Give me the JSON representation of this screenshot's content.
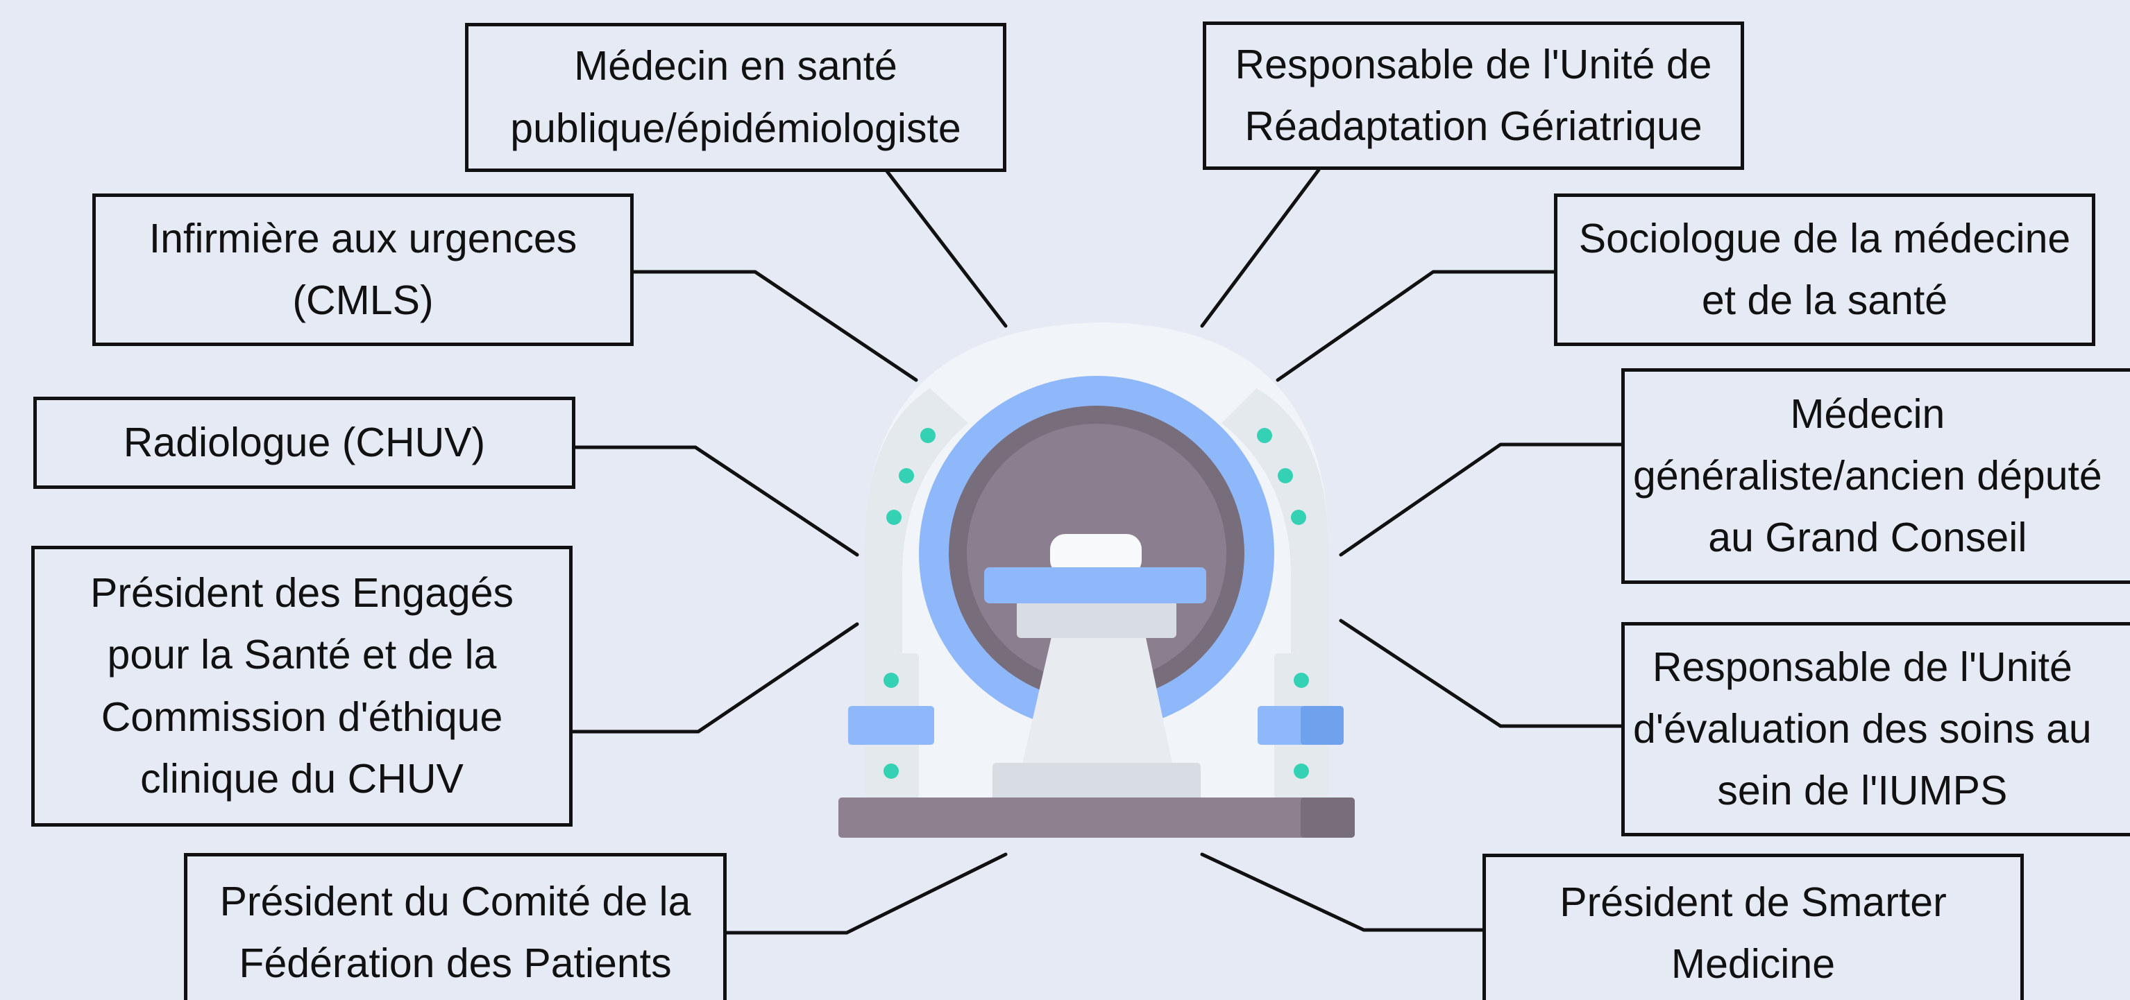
{
  "diagram": {
    "center_graphic": "mri-scanner-icon",
    "colors": {
      "background": "#e6eaf4",
      "line": "#111111",
      "arch": "#f1f4f8",
      "ring": "#8fb8fb",
      "bore": "#8b7e8e",
      "bore_dark": "#786d7b",
      "base": "#8e808e",
      "leds": "#35d1b4",
      "table": "#dfe4ea"
    },
    "stakeholders": [
      {
        "lines": [
          "Médecin en santé",
          "publique/épidémiologiste"
        ]
      },
      {
        "lines": [
          "Responsable de l'Unité de",
          "Réadaptation Gériatrique"
        ]
      },
      {
        "lines": [
          "Infirmière aux urgences",
          "(CMLS)"
        ]
      },
      {
        "lines": [
          "Sociologue de la médecine",
          "et de la santé"
        ]
      },
      {
        "lines": [
          "Radiologue (CHUV)"
        ]
      },
      {
        "lines": [
          "Médecin",
          "généraliste/ancien député",
          "au Grand Conseil"
        ]
      },
      {
        "lines": [
          "Président des Engagés",
          "pour la Santé et de la",
          "Commission d'éthique",
          "clinique du CHUV"
        ]
      },
      {
        "lines": [
          "Responsable de l'Unité",
          "d'évaluation des soins au",
          "sein de l'IUMPS"
        ]
      },
      {
        "lines": [
          "Président du Comité de la",
          "Fédération des Patients"
        ]
      },
      {
        "lines": [
          "Président de Smarter",
          "Medicine"
        ]
      }
    ]
  }
}
